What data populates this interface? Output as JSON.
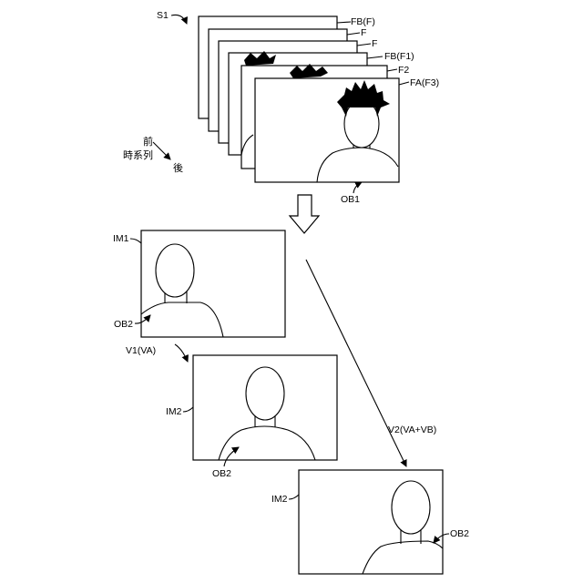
{
  "labels": {
    "s1": "S1",
    "frames": [
      "FB(F)",
      "F",
      "F",
      "FB(F1)",
      "F2",
      "FA(F3)"
    ],
    "ob1": "OB1",
    "time_front": "前",
    "time_series": "時系列",
    "time_back": "後",
    "im1": "IM1",
    "ob2_im1": "OB2",
    "v1": "V1(VA)",
    "im2_a": "IM2",
    "ob2_a": "OB2",
    "v2": "V2(VA+VB)",
    "im2_b": "IM2",
    "ob2_b": "OB2"
  }
}
